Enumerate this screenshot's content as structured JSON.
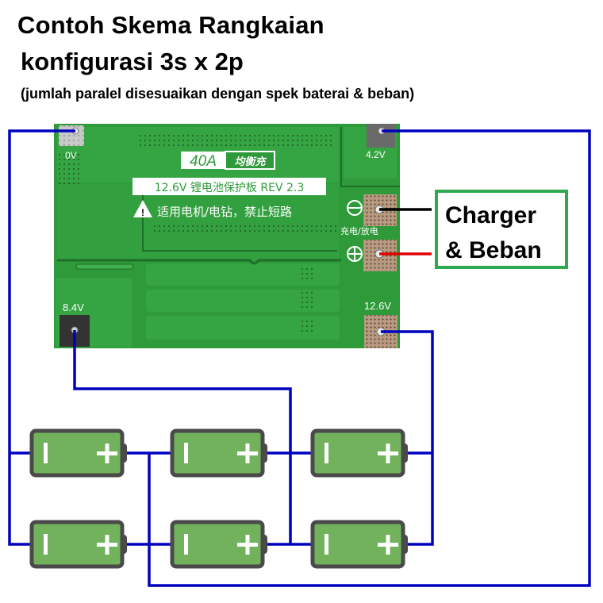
{
  "title": {
    "line1": "Contoh Skema Rangkaian",
    "line2": "konfigurasi 3s x 2p",
    "note": "(jumlah paralel disesuaikan dengan spek baterai & beban)"
  },
  "board": {
    "rating_label": "40A",
    "rating_chinese": "均衡充",
    "model_label": "12.6V 锂电池保护板 REV 2.3",
    "warning_text": "适用电机/电钻，禁止短路",
    "pads": {
      "p0v": "0V",
      "p42v": "4.2V",
      "p84v": "8.4V",
      "p126v": "12.6V",
      "charge_discharge": "充电/放电"
    }
  },
  "load_box": {
    "line1": "Charger",
    "line2": "& Beban"
  },
  "battery": {
    "minus_symbol": "I",
    "plus_symbol": "+"
  },
  "configuration": {
    "series": 3,
    "parallel": 2
  },
  "colors": {
    "wire": "#0000c0",
    "negative_wire": "#000000",
    "positive_wire": "#e00000",
    "pcb": "#2e9a3a",
    "battery_fill": "#72b25c",
    "battery_border": "#4a4a4a",
    "label_border": "#2fa84f"
  }
}
